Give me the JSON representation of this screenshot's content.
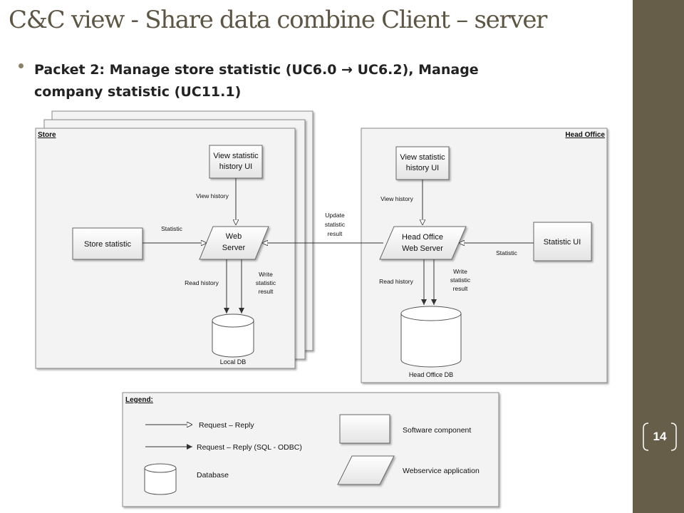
{
  "slide": {
    "title": "C&C view - Share data combine Client – server",
    "bullet_line1": "Packet 2: Manage store statistic (UC6.0 → UC6.2), Manage",
    "bullet_line2": "company statistic (UC11.1)",
    "page_number": "14"
  },
  "store": {
    "title": "Store",
    "view_ui_line1": "View statistic",
    "view_ui_line2": "history UI",
    "view_history": "View history",
    "store_statistic": "Store statistic",
    "statistic": "Statistic",
    "web_server_line1": "Web",
    "web_server_line2": "Server",
    "read_history": "Read history",
    "write_line1": "Write",
    "write_line2": "statistic",
    "write_line3": "result",
    "local_db": "Local DB"
  },
  "update_label": {
    "line1": "Update",
    "line2": "statistic",
    "line3": "result"
  },
  "head_office": {
    "title": "Head Office",
    "view_ui_line1": "View statistic",
    "view_ui_line2": "history UI",
    "view_history": "View history",
    "web_server_line1": "Head Office",
    "web_server_line2": "Web Server",
    "statistic_ui": "Statistic UI",
    "statistic": "Statistic",
    "read_history": "Read history",
    "write_line1": "Write",
    "write_line2": "statistic",
    "write_line3": "result",
    "db": "Head Office DB"
  },
  "legend": {
    "title": "Legend:",
    "request_reply": "Request – Reply",
    "request_reply_sql": "Request – Reply (SQL - ODBC)",
    "database": "Database",
    "software_component": "Software component",
    "webservice_application": "Webservice application"
  },
  "colors": {
    "accent_bar": "#675e49",
    "title": "#5e5645",
    "frame_fill": "#f3f3f3"
  }
}
